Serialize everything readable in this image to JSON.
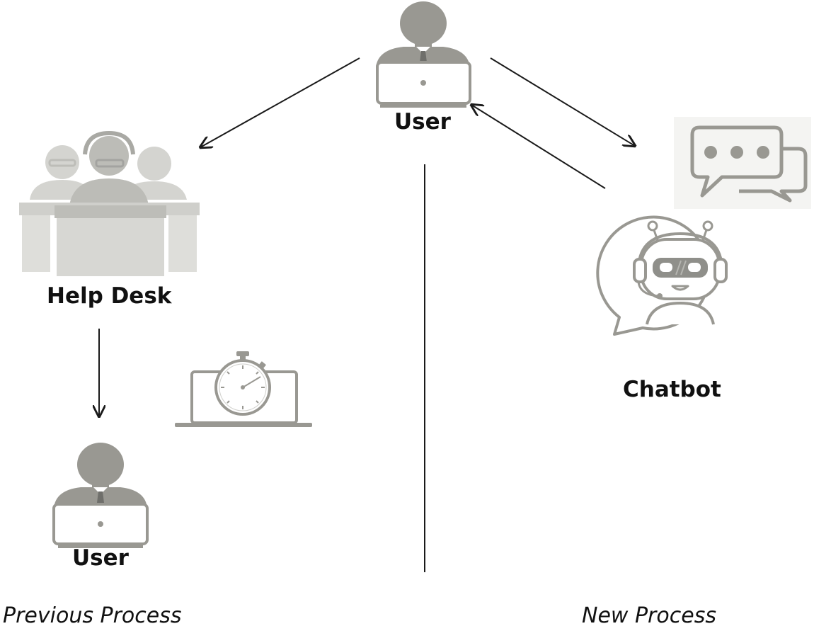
{
  "nodes": {
    "top_user": {
      "label": "User",
      "icon": "user-laptop-icon"
    },
    "help_desk": {
      "label": "Help Desk",
      "icon": "help-desk-team-icon"
    },
    "bottom_user": {
      "label": "User",
      "icon": "user-laptop-icon"
    },
    "chatbot": {
      "label": "Chatbot",
      "icon": "chatbot-robot-icon"
    }
  },
  "decorations": {
    "timer": {
      "icon": "laptop-stopwatch-icon"
    },
    "chat": {
      "icon": "chat-bubbles-icon"
    }
  },
  "captions": {
    "left": "Previous Process",
    "right": "New Process"
  },
  "colors": {
    "icon_dark": "#999892",
    "icon_light": "#cfcfcb",
    "line": "#1a1a1a",
    "text": "#111111"
  }
}
